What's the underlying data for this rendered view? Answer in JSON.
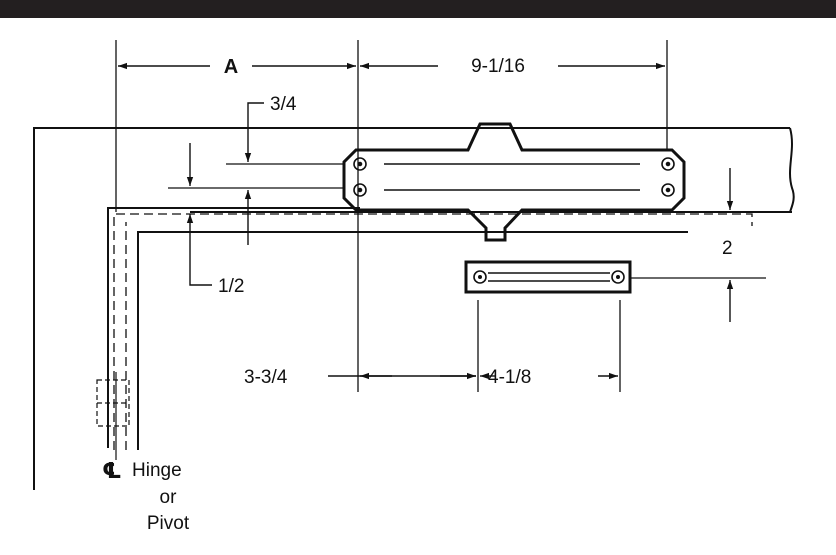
{
  "dimensions": {
    "a": "A",
    "body_length": "9-1/16",
    "top_offset": "3/4",
    "reveal": "1/2",
    "drop": "2",
    "plate_offset": "3-3/4",
    "plate_length": "4-1/8"
  },
  "labels": {
    "centerline_symbol": "℄",
    "hinge_line1": "Hinge",
    "hinge_line2": "or",
    "hinge_line3": "Pivot"
  },
  "colors": {
    "ink": "#111111",
    "top_bar": "#231f20",
    "background": "#ffffff"
  }
}
